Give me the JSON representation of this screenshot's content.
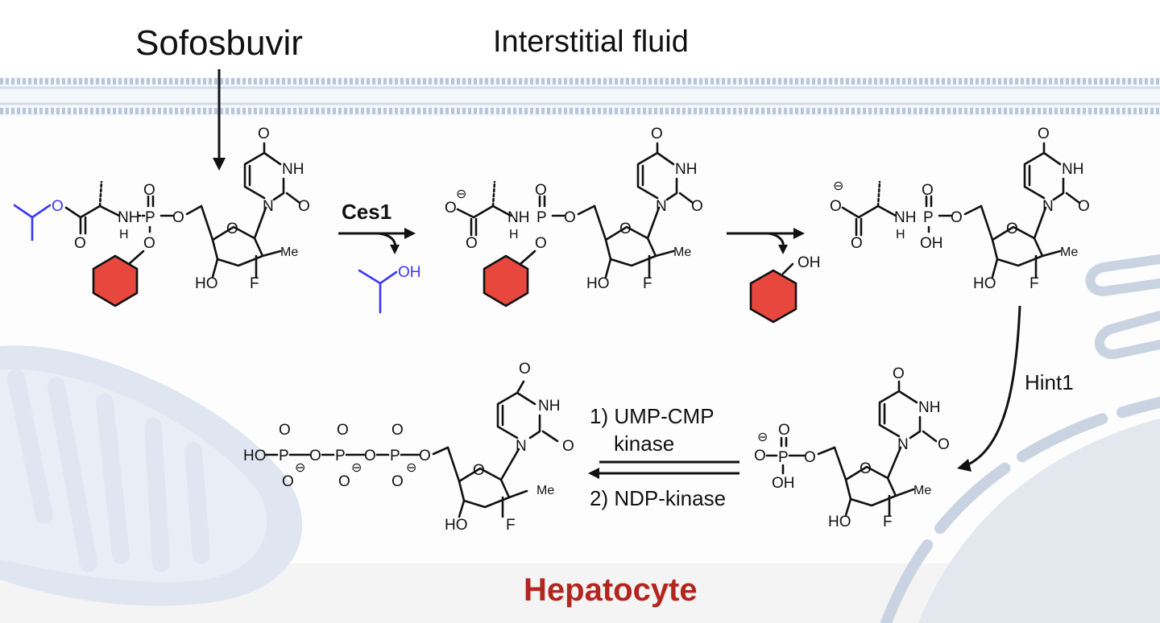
{
  "labels": {
    "drug": "Sofosbuvir",
    "compartment": "Interstitial fluid",
    "cell": "Hepatocyte",
    "enzyme1": "Ces1",
    "enzyme2": "Hint1",
    "step_a": "1) UMP-CMP",
    "step_a_cont": "kinase",
    "step_b": "2) NDP-kinase"
  },
  "atoms": {
    "O": "O",
    "NH": "NH",
    "N": "N",
    "P": "P",
    "HO": "HO",
    "OH": "OH",
    "F": "F",
    "Me": "Me",
    "H": "H",
    "minus": "⊖"
  },
  "colors": {
    "phenyl_red": "#e8473e",
    "isopropyl_blue": "#3a36ff",
    "hepatocyte_label": "#b3261e",
    "membrane": "#c9d3e2",
    "organelle": "#dde4ef"
  }
}
